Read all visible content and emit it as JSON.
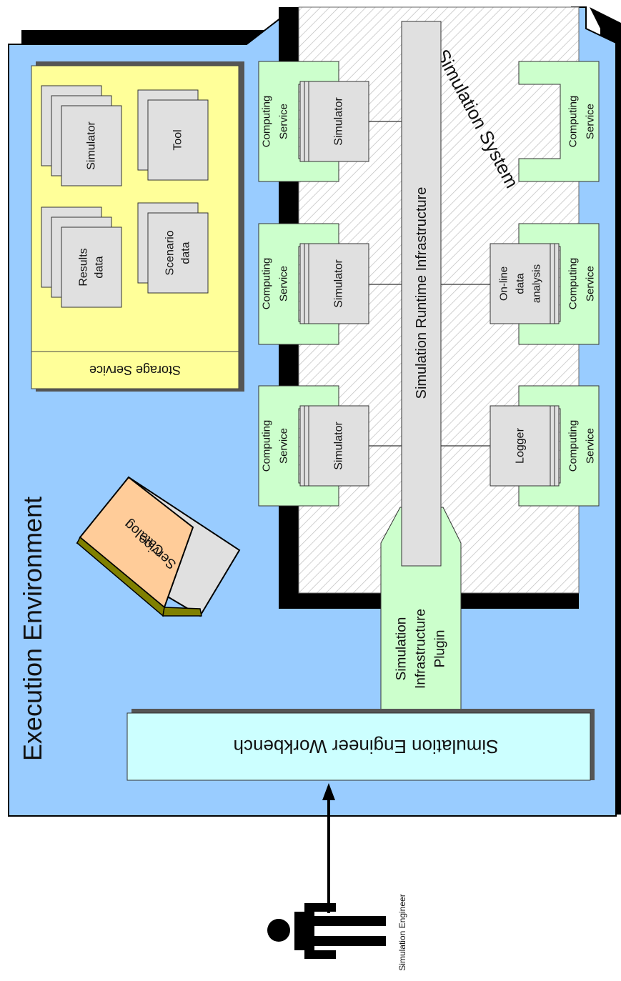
{
  "execution_environment": {
    "title": "Execution Environment"
  },
  "storage_service": {
    "title": "Storage Service",
    "items": [
      {
        "lines": [
          "Simulator"
        ]
      },
      {
        "lines": [
          "Tool"
        ]
      },
      {
        "lines": [
          "Results",
          "data"
        ]
      },
      {
        "lines": [
          "Scenario",
          "data"
        ]
      }
    ]
  },
  "catalog_service": {
    "lines": [
      "Catalog",
      "Service"
    ]
  },
  "simulation_system": {
    "title": "Simulation System"
  },
  "runtime_infrastructure": {
    "label": "Simulation Runtime Infrastructure"
  },
  "infrastructure_plugin": {
    "lines": [
      "Simulation",
      "Infrastructure",
      "Plugin"
    ]
  },
  "workbench": {
    "label": "Simulation Engineer Workbench"
  },
  "computing_service_label": [
    "Computing",
    "Service"
  ],
  "left_nodes": [
    {
      "lines": [
        "Simulator"
      ]
    },
    {
      "lines": [
        "Simulator"
      ]
    },
    {
      "lines": [
        "Simulator"
      ]
    }
  ],
  "right_nodes": [
    {
      "lines": []
    },
    {
      "lines": [
        "On-line",
        "data",
        "analysis"
      ]
    },
    {
      "lines": [
        "Logger"
      ]
    }
  ],
  "actor": {
    "label": "Simulation Engineer"
  },
  "colors": {
    "environment": "#99ccff",
    "storage": "#ffff99",
    "computing": "#ccffcc",
    "node": "#e0e0e0",
    "workbench": "#ccffff",
    "catalog_front": "#ffcc99",
    "catalog_bottom": "#808000"
  }
}
